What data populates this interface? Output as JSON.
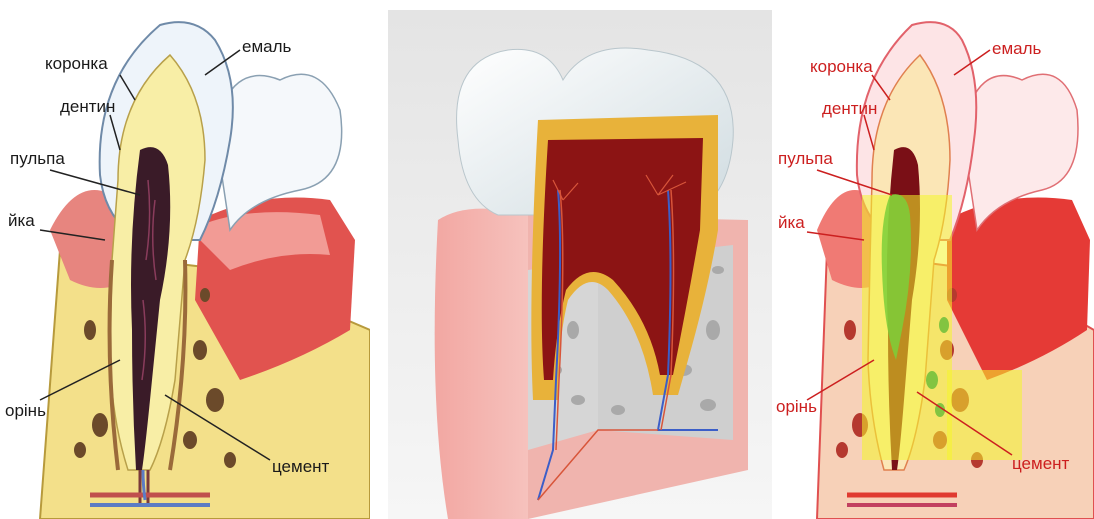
{
  "panels": {
    "left": {
      "labels": {
        "crown": "коронка",
        "enamel": "емаль",
        "dentin": "дентин",
        "pulp": "пульпа",
        "neck": "йка",
        "root": "орінь",
        "cement": "цемент"
      },
      "label_color": "#1a1a1a"
    },
    "right": {
      "labels": {
        "crown": "коронка",
        "enamel": "емаль",
        "dentin": "дентин",
        "pulp": "пульпа",
        "neck": "йка",
        "root": "орінь",
        "cement": "цемент"
      },
      "label_color": "#cc1f1f",
      "overlay_color": "#f4f52a"
    }
  }
}
